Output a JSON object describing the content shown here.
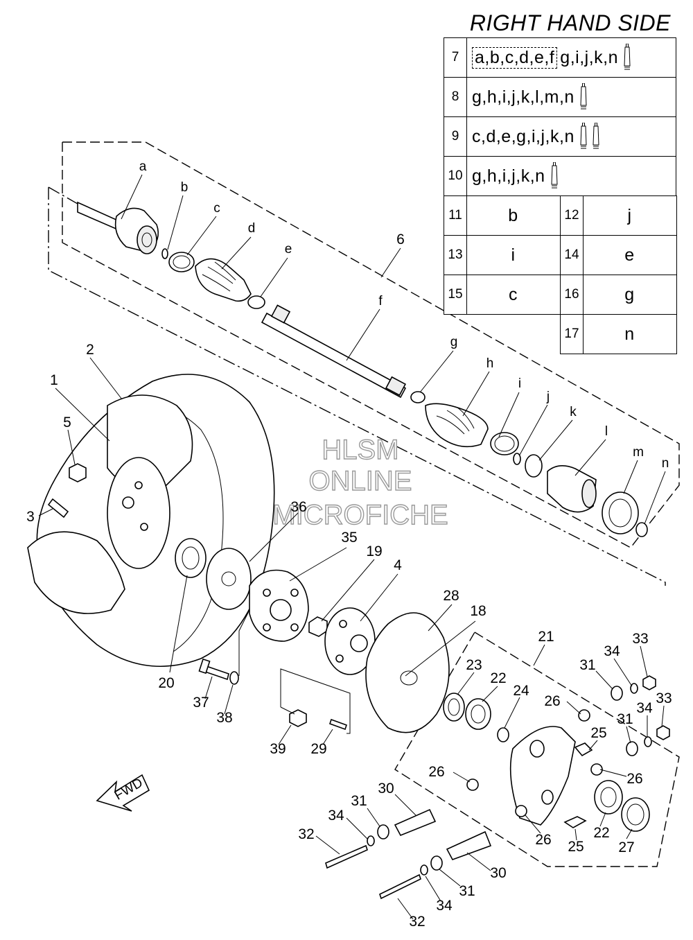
{
  "reference_table": {
    "title": "RIGHT HAND SIDE",
    "kits": [
      {
        "num": "7",
        "parts": "a,b,c,d,e,f",
        "parts_extra": "g,i,j,k,n",
        "grease_tubes": 1
      },
      {
        "num": "8",
        "parts": "g,h,i,j,k,l,m,n",
        "parts_extra": "",
        "grease_tubes": 1
      },
      {
        "num": "9",
        "parts": "c,d,e,g,i,j,k,n",
        "parts_extra": "",
        "grease_tubes": 2
      },
      {
        "num": "10",
        "parts": "g,h,i,j,k,n",
        "parts_extra": "",
        "grease_tubes": 1
      }
    ],
    "singles": [
      {
        "num": "11",
        "part": "b"
      },
      {
        "num": "12",
        "part": "j"
      },
      {
        "num": "13",
        "part": "i"
      },
      {
        "num": "14",
        "part": "e"
      },
      {
        "num": "15",
        "part": "c"
      },
      {
        "num": "16",
        "part": "g"
      },
      {
        "num": "17",
        "part": "n"
      }
    ]
  },
  "watermark": {
    "line1": "HLSM",
    "line2": "ONLINE",
    "line3": "MICROFICHE"
  },
  "direction_label": "FWD",
  "callouts": {
    "n1": "1",
    "n2": "2",
    "n3": "3",
    "n4": "4",
    "n5": "5",
    "n6": "6",
    "n18": "18",
    "n19": "19",
    "n20": "20",
    "n21": "21",
    "n22a": "22",
    "n22b": "22",
    "n23": "23",
    "n24": "24",
    "n25a": "25",
    "n25b": "25",
    "n26a": "26",
    "n26b": "26",
    "n26c": "26",
    "n26d": "26",
    "n27": "27",
    "n28": "28",
    "n29": "29",
    "n30a": "30",
    "n30b": "30",
    "n31a": "31",
    "n31b": "31",
    "n31c": "31",
    "n31d": "31",
    "n32a": "32",
    "n32b": "32",
    "n33a": "33",
    "n33b": "33",
    "n34a": "34",
    "n34b": "34",
    "n34c": "34",
    "n34d": "34",
    "n35": "35",
    "n36": "36",
    "n37": "37",
    "n38": "38",
    "n39": "39"
  },
  "letters": {
    "a": "a",
    "b": "b",
    "c": "c",
    "d": "d",
    "e": "e",
    "f": "f",
    "g": "g",
    "h": "h",
    "i": "i",
    "j": "j",
    "k": "k",
    "l": "l",
    "m": "m",
    "n": "n"
  }
}
